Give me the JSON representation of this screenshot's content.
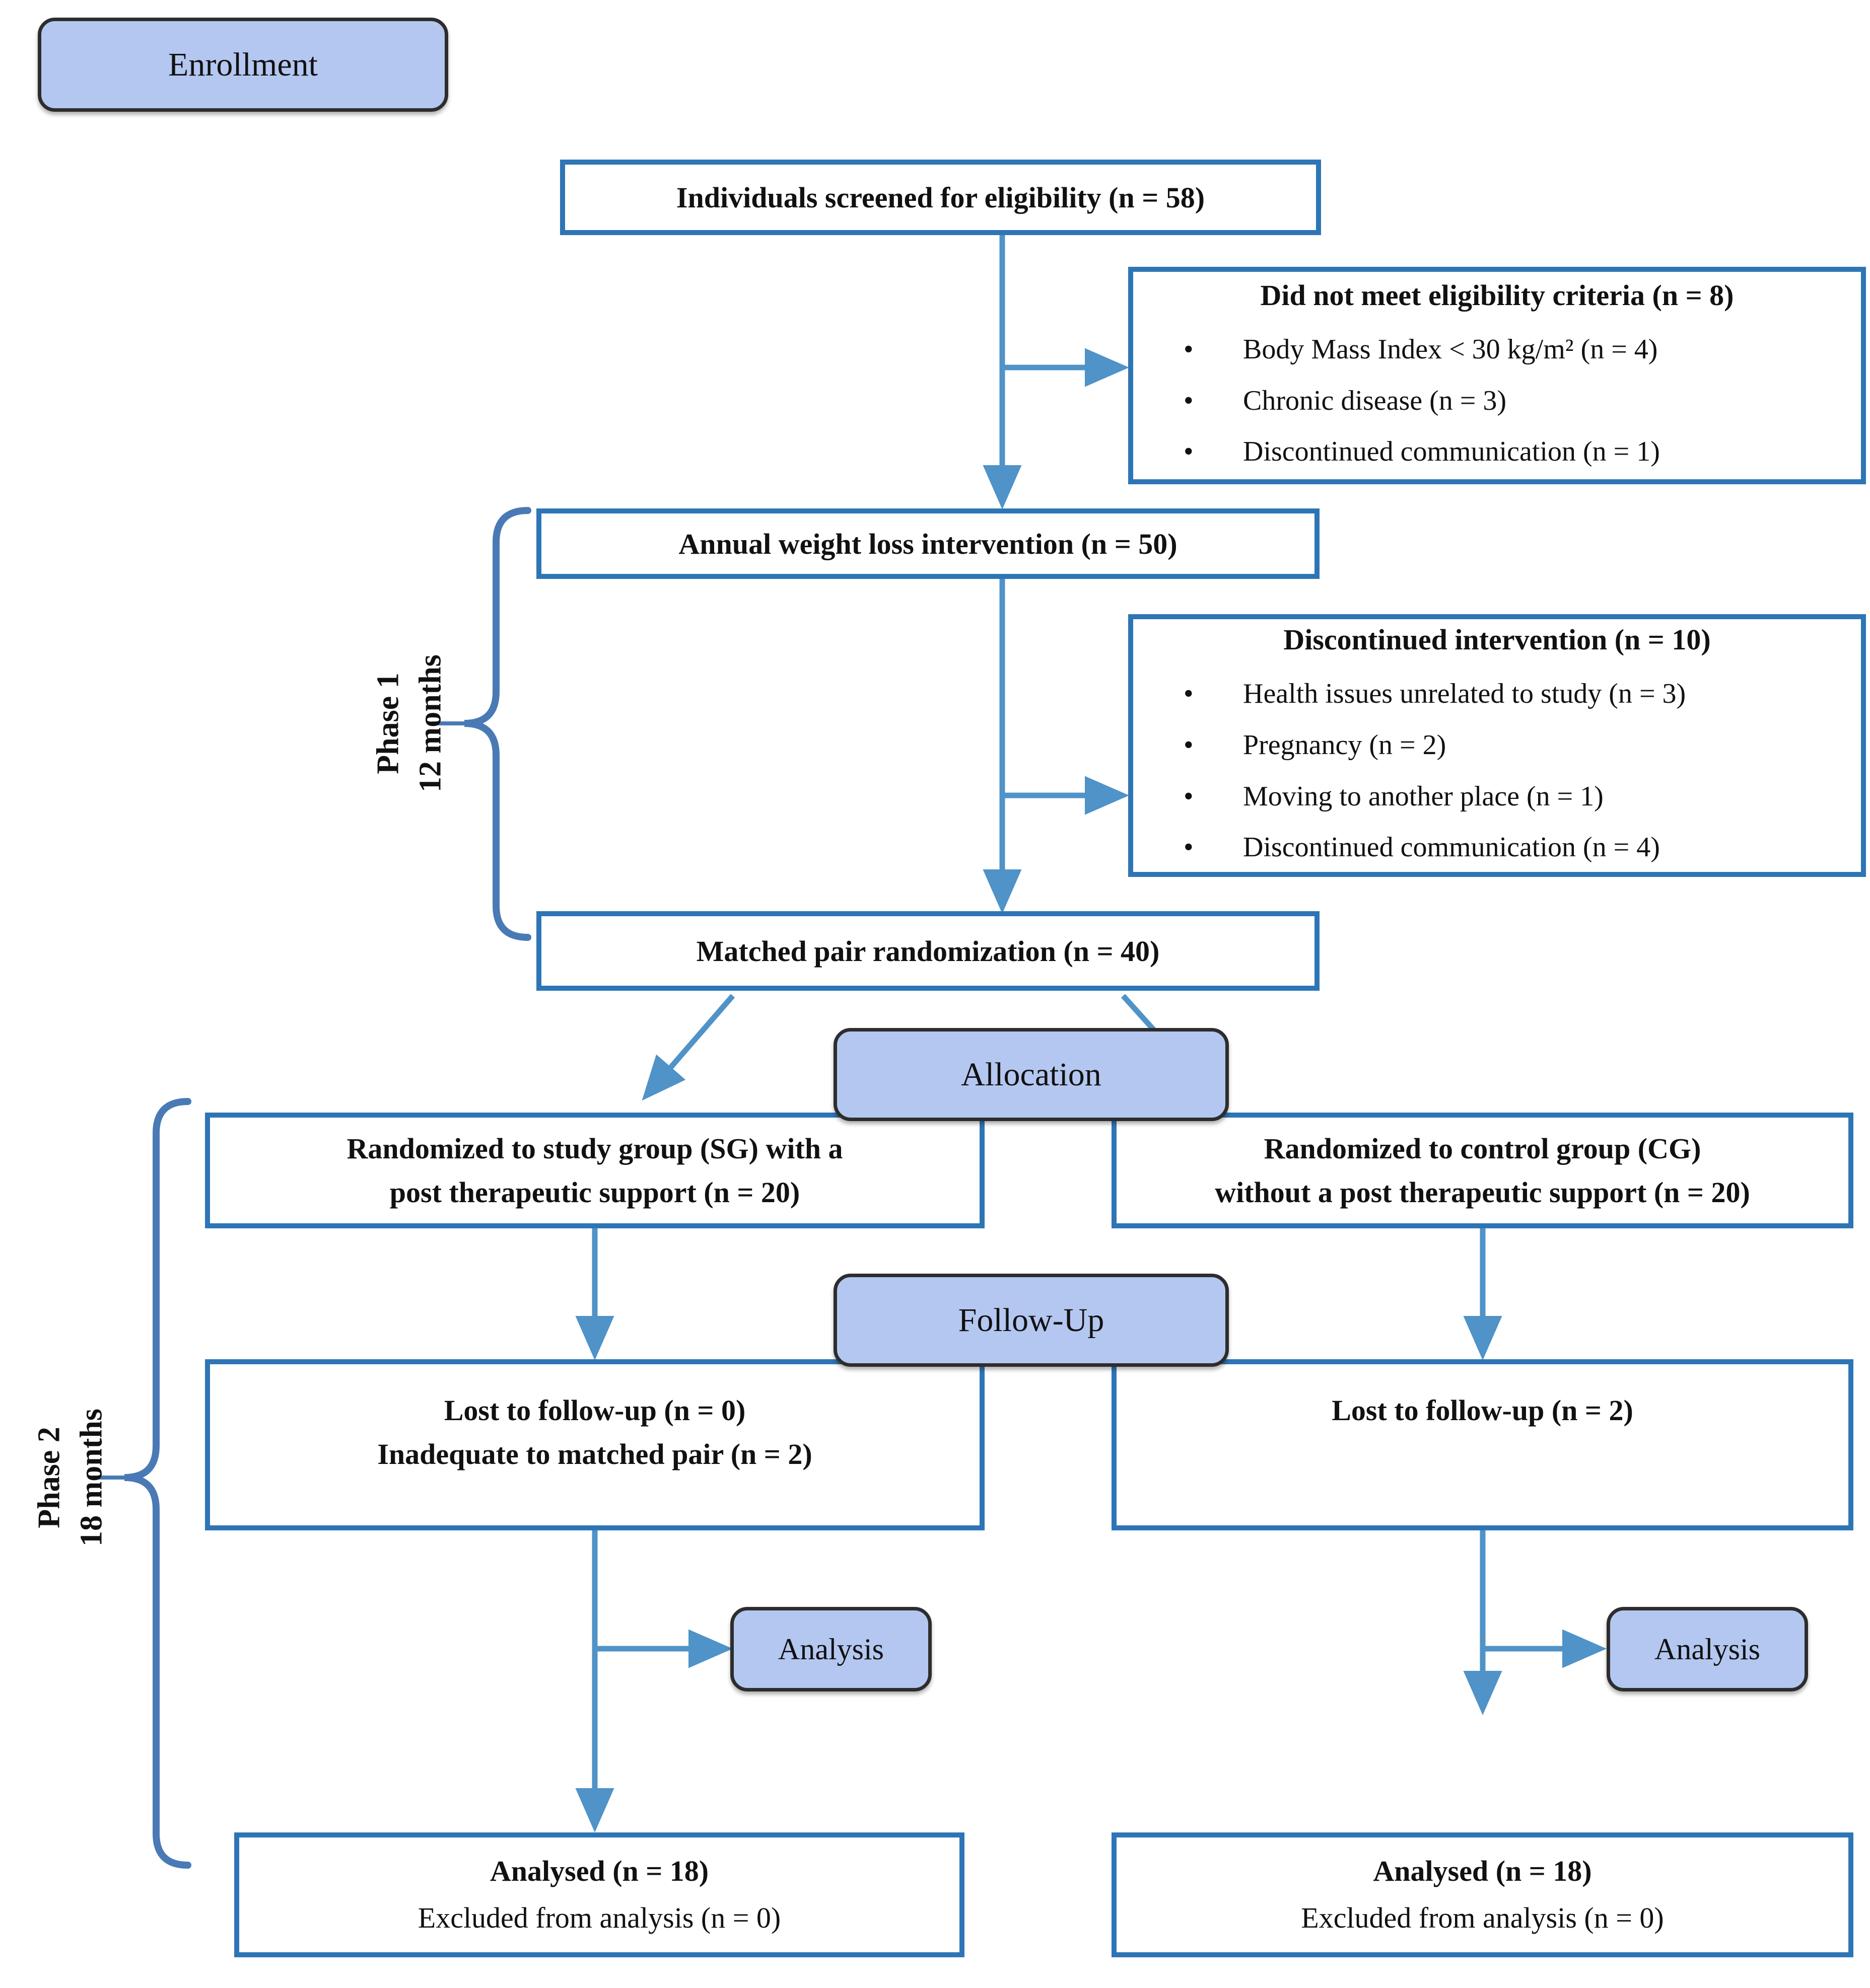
{
  "diagram": {
    "stage_badges": {
      "enrollment": "Enrollment",
      "allocation": "Allocation",
      "follow_up": "Follow-Up",
      "analysis_sg": "Analysis",
      "analysis_cg": "Analysis"
    },
    "phase_brackets": {
      "phase1": {
        "line1": "Phase 1",
        "line2": "12 months"
      },
      "phase2": {
        "line1": "Phase 2",
        "line2": "18 months"
      }
    },
    "boxes": {
      "screened": {
        "title": "Individuals screened for eligibility (n = 58)"
      },
      "not_eligible": {
        "title": "Did not meet eligibility criteria (n = 8)",
        "bullets": [
          "Body Mass Index < 30 kg/m² (n = 4)",
          "Chronic disease (n = 3)",
          "Discontinued communication (n = 1)"
        ]
      },
      "intervention": {
        "title": "Annual weight loss intervention (n = 50)"
      },
      "discontinued": {
        "title": "Discontinued intervention (n = 10)",
        "bullets": [
          "Health issues unrelated to study (n = 3)",
          "Pregnancy (n = 2)",
          "Moving to another place (n = 1)",
          "Discontinued communication (n = 4)"
        ]
      },
      "randomization": {
        "title": "Matched pair randomization (n = 40)"
      },
      "study_group": {
        "line1": "Randomized to study group (SG) with a",
        "line2": "post therapeutic support (n = 20)"
      },
      "control_group": {
        "line1": "Randomized to control group (CG)",
        "line2": "without a post therapeutic support (n = 20)"
      },
      "sg_followup": {
        "line1": "Lost to follow-up (n = 0)",
        "line2": "Inadequate to matched pair (n = 2)"
      },
      "cg_followup": {
        "line1": "Lost to follow-up (n = 2)"
      },
      "sg_analysed": {
        "line1": "Analysed (n = 18)",
        "line2": "Excluded from analysis (n = 0)"
      },
      "cg_analysed": {
        "line1": "Analysed (n = 18)",
        "line2": "Excluded from analysis (n = 0)"
      }
    },
    "colors": {
      "box_border": "#2e75b6",
      "arrow": "#4f93c8",
      "badge_fill": "#b4c7f0",
      "badge_border": "#2d2d2d",
      "brace": "#4a7ab5",
      "text": "#111111"
    }
  }
}
